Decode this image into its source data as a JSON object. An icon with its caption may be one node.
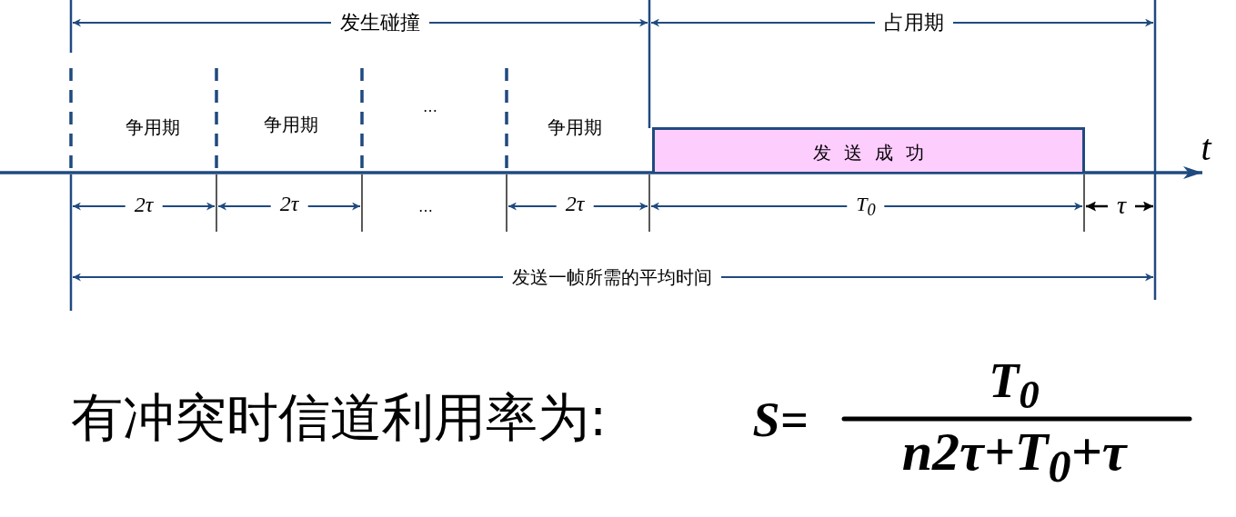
{
  "diagram": {
    "nodes": [
      {
        "text": [
          "发送成功"
        ]
      }
    ],
    "labels": [
      "发生碰撞",
      "占用期",
      "争用期",
      "争用期",
      "…",
      "争用期",
      "t",
      "2τ",
      "2τ",
      "…",
      "2τ",
      "T$_{0}$",
      "τ",
      "发送一帧所需的平均时间",
      "有冲突时信道利用率为:",
      "S=",
      "T$_{0}$",
      "n2τ+T$_{0}$+τ"
    ]
  }
}
